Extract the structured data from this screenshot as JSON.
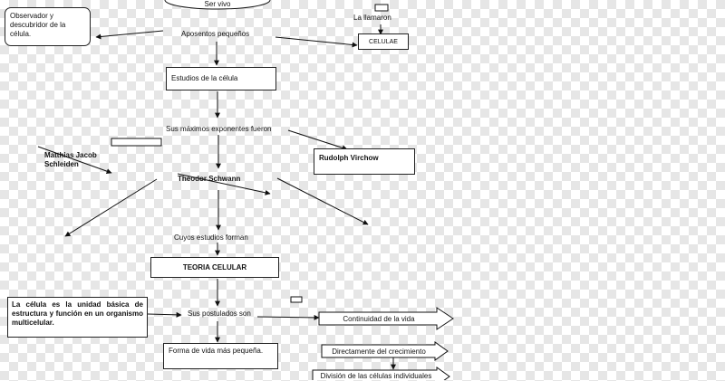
{
  "nodes": {
    "ser_vivo": "Ser vivo",
    "observador": "Observador y descubridor de la célula.",
    "aposentos": "Aposentos pequeños",
    "la_llamaron": "La llamaron",
    "celulae": "CELULAE",
    "estudios": "Estudios de la célula",
    "exponentes": "Sus máximos exponentes fueron",
    "virchow": "Rudolph Virchow",
    "schleiden": "Matthias Jacob Schleiden",
    "schwann": "Theodor Schwann",
    "cuyos": "Cuyos estudios forman",
    "teoria": "TEORIA CELULAR",
    "unidad": "La célula es la unidad básica de estructura y función en un organismo multicelular.",
    "postulados": "Sus postulados son",
    "continuidad": "Continuidad de la vida",
    "forma": "Forma de vida más pequeña.",
    "directamente": "Directamente del crecimiento",
    "division": "División de las células individuales"
  },
  "colors": {
    "line": "#111111",
    "box_fill": "#ffffff",
    "checker": "#e6e6e6"
  }
}
